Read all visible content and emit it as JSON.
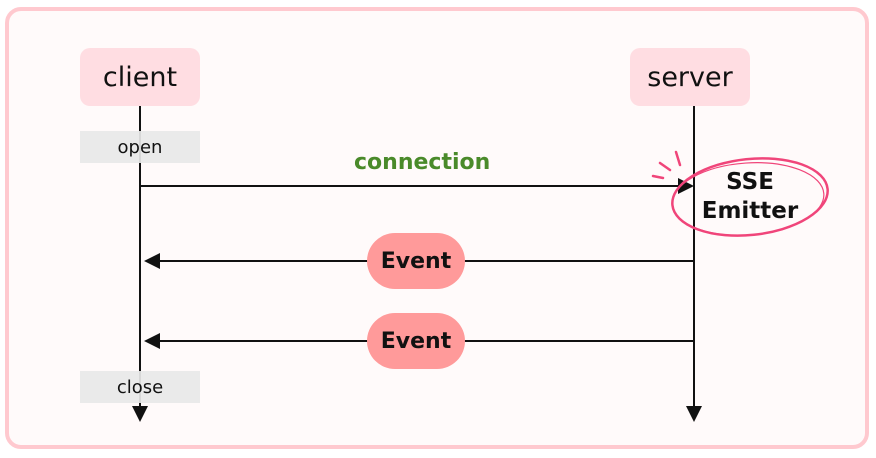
{
  "actors": {
    "client": "client",
    "server": "server"
  },
  "client_steps": {
    "open": "open",
    "close": "close"
  },
  "messages": {
    "connection": "connection",
    "event1": "Event",
    "event2": "Event"
  },
  "emitter": {
    "line1": "SSE",
    "line2": "Emitter"
  },
  "colors": {
    "actor_bg": "#ffdde2",
    "event_bg": "#ff9a9a",
    "connection_text": "#4a8a2a",
    "emitter_ring": "#f0457a"
  }
}
